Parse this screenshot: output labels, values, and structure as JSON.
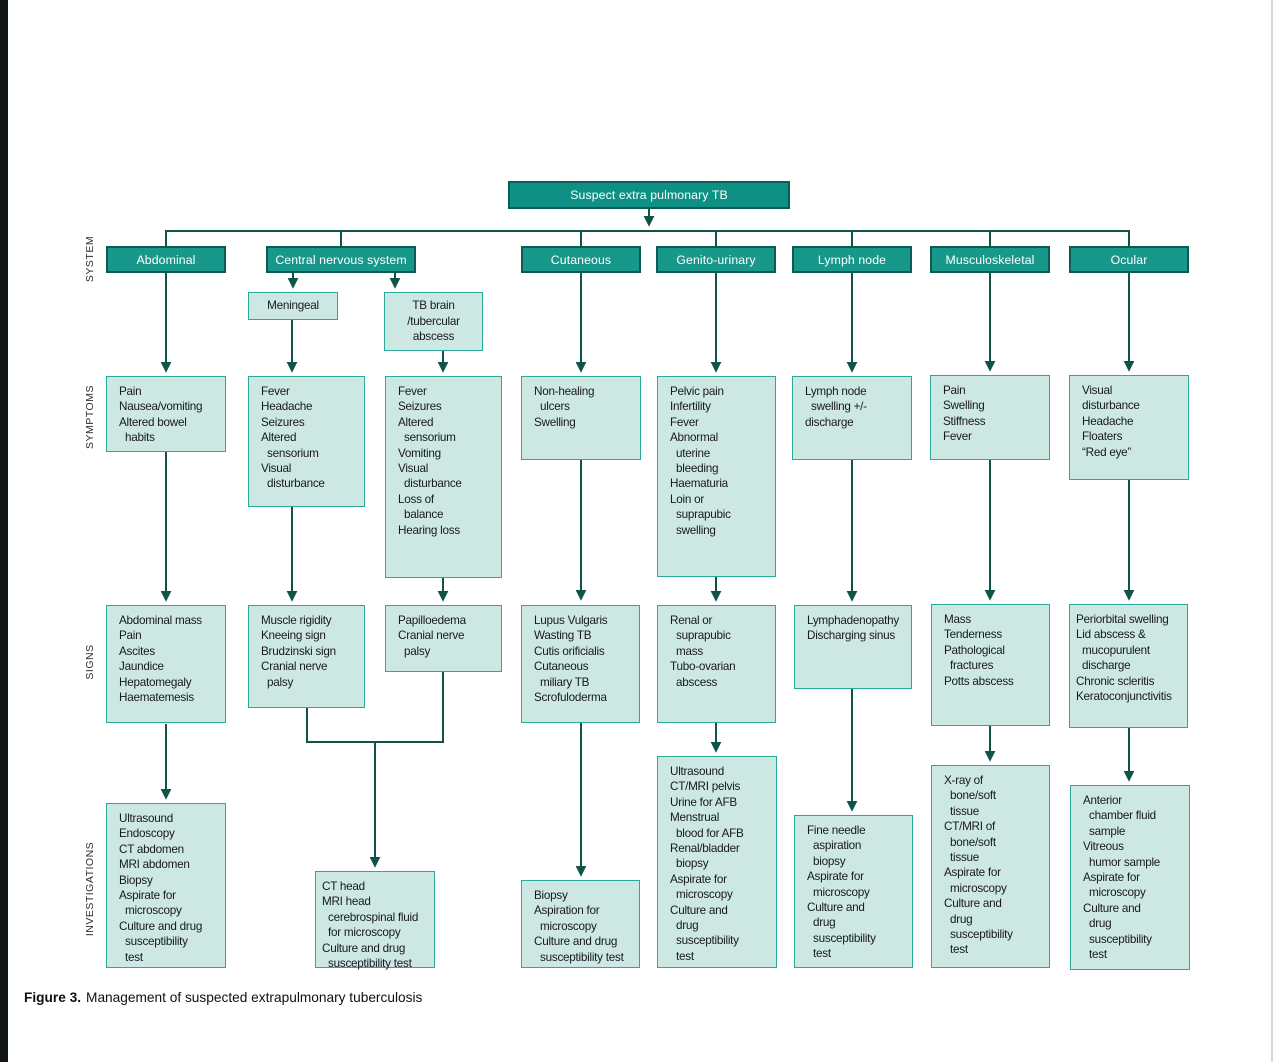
{
  "root": {
    "label": "Suspect extra pulmonary TB"
  },
  "labels": {
    "system": "SYSTEM",
    "symptoms": "SYMPTOMS",
    "signs": "SIGNS",
    "investigations": "INVESTIGATIONS"
  },
  "caption": {
    "label": "Figure 3.",
    "text": "Management of suspected extrapulmonary tuberculosis"
  },
  "colors": {
    "header_fill": "#17988a",
    "root_fill": "#0e9184",
    "header_border": "#0b5c52",
    "box_fill": "#cde8e2",
    "box_border": "#2aa89a",
    "line": "#0f5349"
  },
  "cols": {
    "abd": {
      "system": "Abdominal",
      "symptoms": "Pain\nNausea/vomiting\nAltered bowel\n  habits",
      "signs": "Abdominal mass\nPain\nAscites\nJaundice\nHepatomegaly\nHaematemesis",
      "investigations": "Ultrasound\nEndoscopy\nCT abdomen\nMRI abdomen\nBiopsy\nAspirate for\n  microscopy\nCulture and drug\n  susceptibility\n  test"
    },
    "cns": {
      "system": "Central nervous system",
      "meningeal": "Meningeal",
      "tb_brain": "TB brain\n/tubercular\nabscess",
      "meningeal_symptoms": "Fever\nHeadache\nSeizures\nAltered\n  sensorium\nVisual\n  disturbance",
      "tb_brain_symptoms": "Fever\nSeizures\nAltered\n  sensorium\nVomiting\nVisual\n  disturbance\nLoss of\n  balance\nHearing loss",
      "meningeal_signs": "Muscle rigidity\nKneeing sign\nBrudzinski sign\nCranial nerve\n  palsy",
      "tb_brain_signs": "Papilloedema\nCranial nerve\n  palsy",
      "investigations": "CT head\nMRI head\n  cerebrospinal fluid\n  for microscopy\nCulture and drug\n  susceptibility test"
    },
    "cut": {
      "system": "Cutaneous",
      "symptoms": "Non-healing\n  ulcers\nSwelling",
      "signs": "Lupus Vulgaris\nWasting TB\nCutis orificialis\nCutaneous\n  miliary TB\nScrofuloderma",
      "investigations": "Biopsy\nAspiration for\n  microscopy\nCulture and drug\n  susceptibility test"
    },
    "gu": {
      "system": "Genito-urinary",
      "symptoms": "Pelvic pain\nInfertility\nFever\nAbnormal\n  uterine\n  bleeding\nHaematuria\nLoin or\n  suprapubic\n  swelling",
      "signs": "Renal or\n  suprapubic\n  mass\nTubo-ovarian\n  abscess",
      "investigations": "Ultrasound\nCT/MRI pelvis\nUrine for AFB\nMenstrual\n  blood for AFB\nRenal/bladder\n  biopsy\nAspirate for\n  microscopy\nCulture and\n  drug\n  susceptibility\n  test"
    },
    "ly": {
      "system": "Lymph node",
      "symptoms": "Lymph node\n  swelling +/-\ndischarge",
      "signs": "Lymphadenopathy\nDischarging sinus",
      "investigations": "Fine needle\n  aspiration\n  biopsy\nAspirate for\n  microscopy\nCulture and\n  drug\n  susceptibility\n  test"
    },
    "msk": {
      "system": "Musculoskeletal",
      "symptoms": "Pain\nSwelling\nStiffness\nFever",
      "signs": "Mass\nTenderness\nPathological\n  fractures\nPotts abscess",
      "investigations": "X-ray of\n  bone/soft\n  tissue\nCT/MRI of\n  bone/soft\n  tissue\nAspirate for\n  microscopy\nCulture and\n  drug\n  susceptibility\n  test"
    },
    "oc": {
      "system": "Ocular",
      "symptoms": "Visual\ndisturbance\nHeadache\nFloaters\n“Red eye”",
      "signs": "Periorbital swelling\nLid abscess &\n  mucopurulent\n  discharge\nChronic scleritis\nKeratoconjunctivitis",
      "investigations": "Anterior\n  chamber fluid\n  sample\nVitreous\n  humor sample\nAspirate for\n  microscopy\nCulture and\n  drug\n  susceptibility\n  test"
    }
  }
}
